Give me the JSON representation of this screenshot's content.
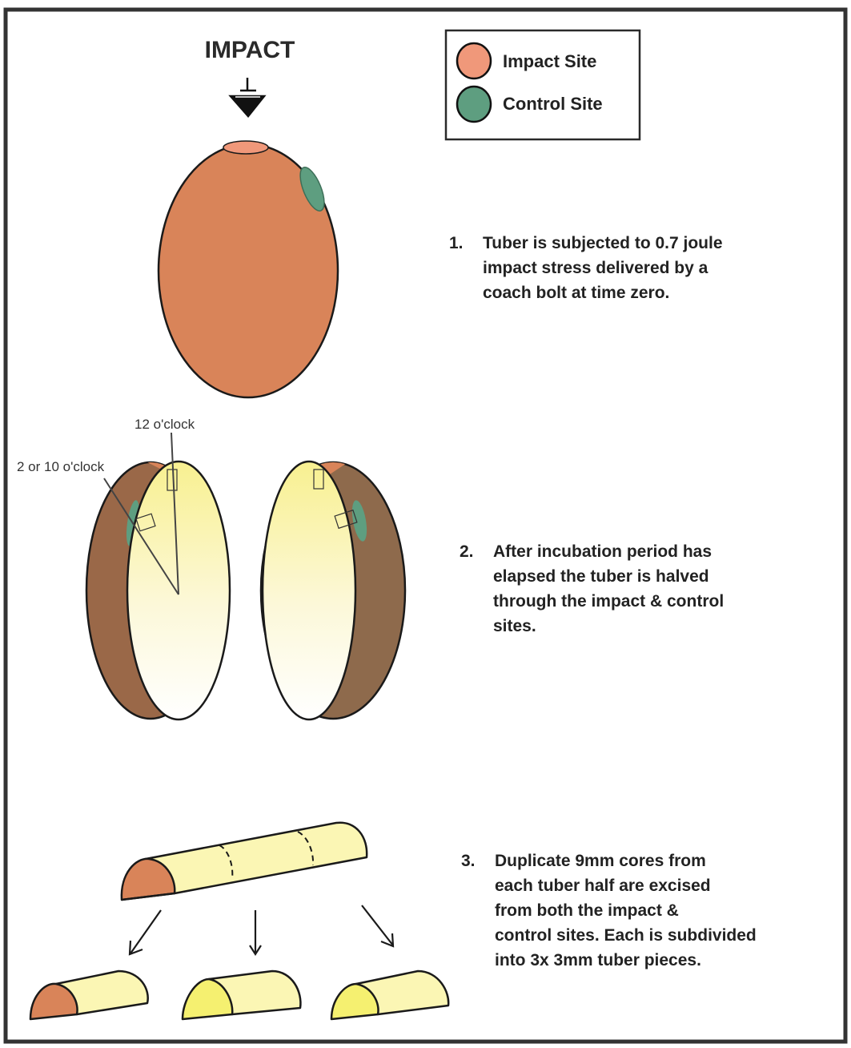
{
  "colors": {
    "impact": "#F0987A",
    "control": "#5E9E80",
    "skin": "#D98459",
    "flesh": "#FBF6B4",
    "flesh_bright": "#F5F070",
    "outline": "#1A1A1A"
  },
  "impact_label": "IMPACT",
  "legend": {
    "items": [
      {
        "label": "Impact Site",
        "color_key": "impact"
      },
      {
        "label": "Control Site",
        "color_key": "control"
      }
    ]
  },
  "clock_labels": {
    "twelve": "12 o'clock",
    "two_or_ten": "2 or 10 o'clock"
  },
  "steps": [
    {
      "number": "1.",
      "lines": [
        "Tuber is subjected to 0.7 joule",
        "impact stress delivered by a",
        "coach bolt at time zero."
      ]
    },
    {
      "number": "2.",
      "lines": [
        "After incubation period has",
        "elapsed the tuber is halved",
        "through the impact & control",
        "sites."
      ]
    },
    {
      "number": "3.",
      "lines": [
        "Duplicate 9mm cores from",
        "each tuber half are excised",
        "from both the impact &",
        "control sites. Each is subdivided",
        "into 3x 3mm tuber pieces."
      ]
    }
  ]
}
